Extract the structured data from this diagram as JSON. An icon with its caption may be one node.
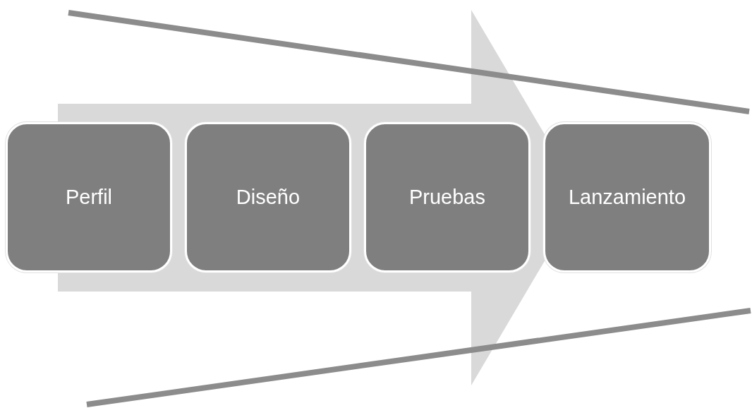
{
  "diagram": {
    "nodes": [
      {
        "text": [
          "Perfil"
        ]
      },
      {
        "text": [
          "Diseño"
        ]
      },
      {
        "text": [
          "Pruebas"
        ]
      },
      {
        "text": [
          "Lanzamiento"
        ]
      }
    ],
    "edges": [
      {
        "from": 0,
        "to": 3,
        "arrow": "to",
        "style": "thick",
        "color": "#d9d9d9"
      }
    ]
  }
}
